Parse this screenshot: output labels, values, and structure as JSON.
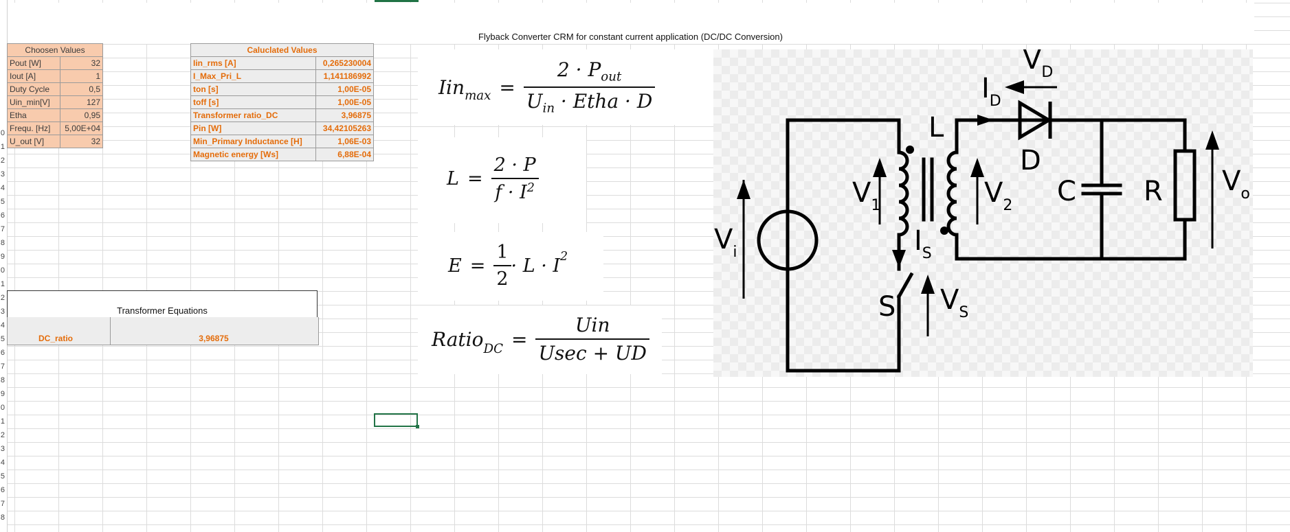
{
  "title": "Flyback Converter CRM for constant current application (DC/DC Conversion)",
  "row_numbers_visible": [
    "0",
    "1",
    "2",
    "3",
    "4",
    "5",
    "6",
    "7",
    "8",
    "9",
    "0",
    "1",
    "2",
    "3",
    "4",
    "5",
    "6",
    "7",
    "8",
    "9",
    "0",
    "1",
    "2",
    "3",
    "4",
    "5",
    "6",
    "7",
    "8"
  ],
  "chosen": {
    "header": "Choosen Values",
    "rows": [
      {
        "label": "Pout [W]",
        "value": "32"
      },
      {
        "label": "Iout [A]",
        "value": "1"
      },
      {
        "label": "Duty Cycle",
        "value": "0,5"
      },
      {
        "label": "Uin_min[V]",
        "value": "127"
      },
      {
        "label": "Etha",
        "value": "0,95"
      },
      {
        "label": "Frequ. [Hz]",
        "value": "5,00E+04"
      },
      {
        "label": "U_out [V]",
        "value": "32"
      }
    ]
  },
  "calculated": {
    "header": "Caluclated Values",
    "rows": [
      {
        "label": "Iin_rms [A]",
        "value": "0,265230004"
      },
      {
        "label": "I_Max_Pri_L",
        "value": "1,141186992"
      },
      {
        "label": "ton [s]",
        "value": "1,00E-05"
      },
      {
        "label": "toff [s]",
        "value": "1,00E-05"
      },
      {
        "label": "Transformer ratio_DC",
        "value": "3,96875"
      },
      {
        "label": "Pin [W]",
        "value": "34,42105263"
      },
      {
        "label": "Min_Primary Inductance [H]",
        "value": "1,06E-03"
      },
      {
        "label": "Magnetic energy [Ws]",
        "value": "6,88E-04"
      }
    ]
  },
  "transformer": {
    "title": "Transformer Equations",
    "key": "DC_ratio",
    "value": "3,96875"
  },
  "equations": {
    "iin": {
      "lhs": "Iin",
      "lhs_sub": "max",
      "num": "2 · P",
      "num_sub": "out",
      "den_a": "U",
      "den_a_sub": "in",
      "den_b": " · Etha · D"
    },
    "l": {
      "lhs": "L",
      "num": "2 · P",
      "den": "f · I",
      "den_sup": "2"
    },
    "e": {
      "lhs": "E",
      "num": "1",
      "den": "2",
      "rest": " · L · I",
      "rest_sup": "2"
    },
    "ratio": {
      "lhs": "Ratio",
      "lhs_sub": "DC",
      "num": "Uin",
      "den": "Usec + UD"
    }
  },
  "circuit_labels": {
    "vd": "V",
    "vd_sub": "D",
    "id": "I",
    "id_sub": "D",
    "l": "L",
    "d": "D",
    "c": "C",
    "r": "R",
    "v1": "V",
    "v1_sub": "1",
    "v2": "V",
    "v2_sub": "2",
    "vo": "V",
    "vo_sub": "o",
    "vi": "V",
    "vi_sub": "i",
    "is": "I",
    "is_sub": "S",
    "s": "S",
    "vs": "V",
    "vs_sub": "S"
  }
}
